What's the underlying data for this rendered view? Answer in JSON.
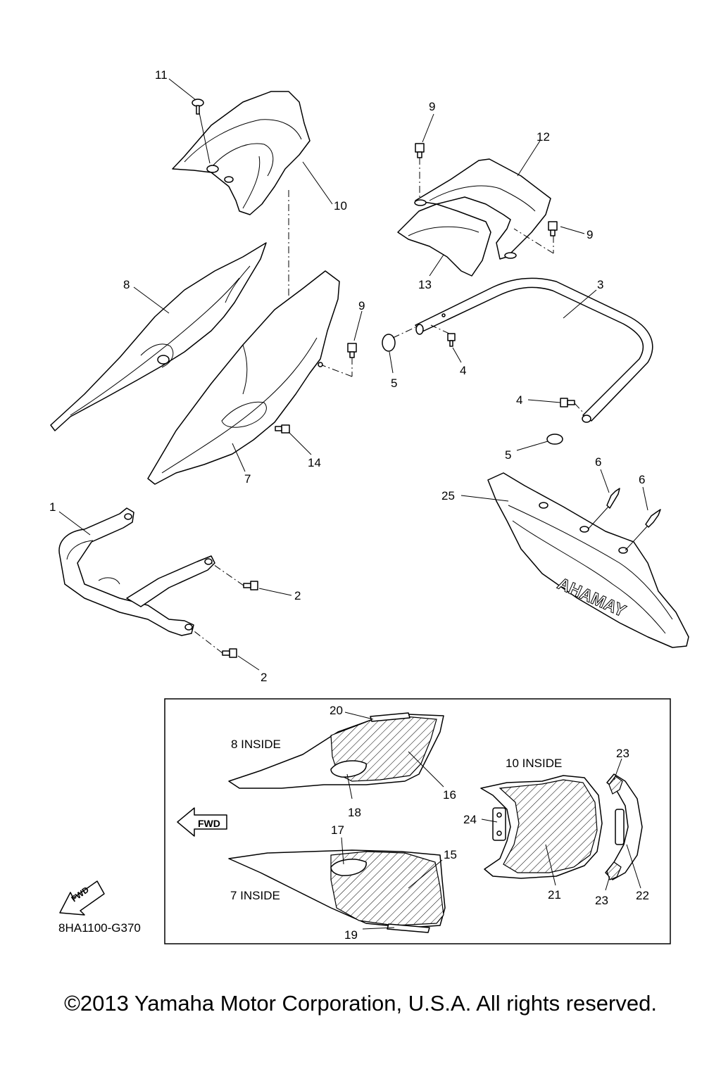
{
  "callouts": [
    "11",
    "10",
    "9",
    "12",
    "9",
    "13",
    "3",
    "8",
    "9",
    "5",
    "4",
    "4",
    "5",
    "7",
    "14",
    "6",
    "6",
    "25",
    "1",
    "2",
    "2",
    "20",
    "16",
    "18",
    "17",
    "15",
    "19",
    "24",
    "21",
    "23",
    "23",
    "22"
  ],
  "inset": {
    "caption_8": "8 INSIDE",
    "caption_10": "10 INSIDE",
    "caption_7": "7 INSIDE",
    "fwd_label": "FWD"
  },
  "bottom_fwd_label": "FWD",
  "figure_code": "8HA1100-G370",
  "fender_embossing": "AHAMAY",
  "copyright": "©2013 Yamaha Motor Corporation, U.S.A. All rights reserved."
}
